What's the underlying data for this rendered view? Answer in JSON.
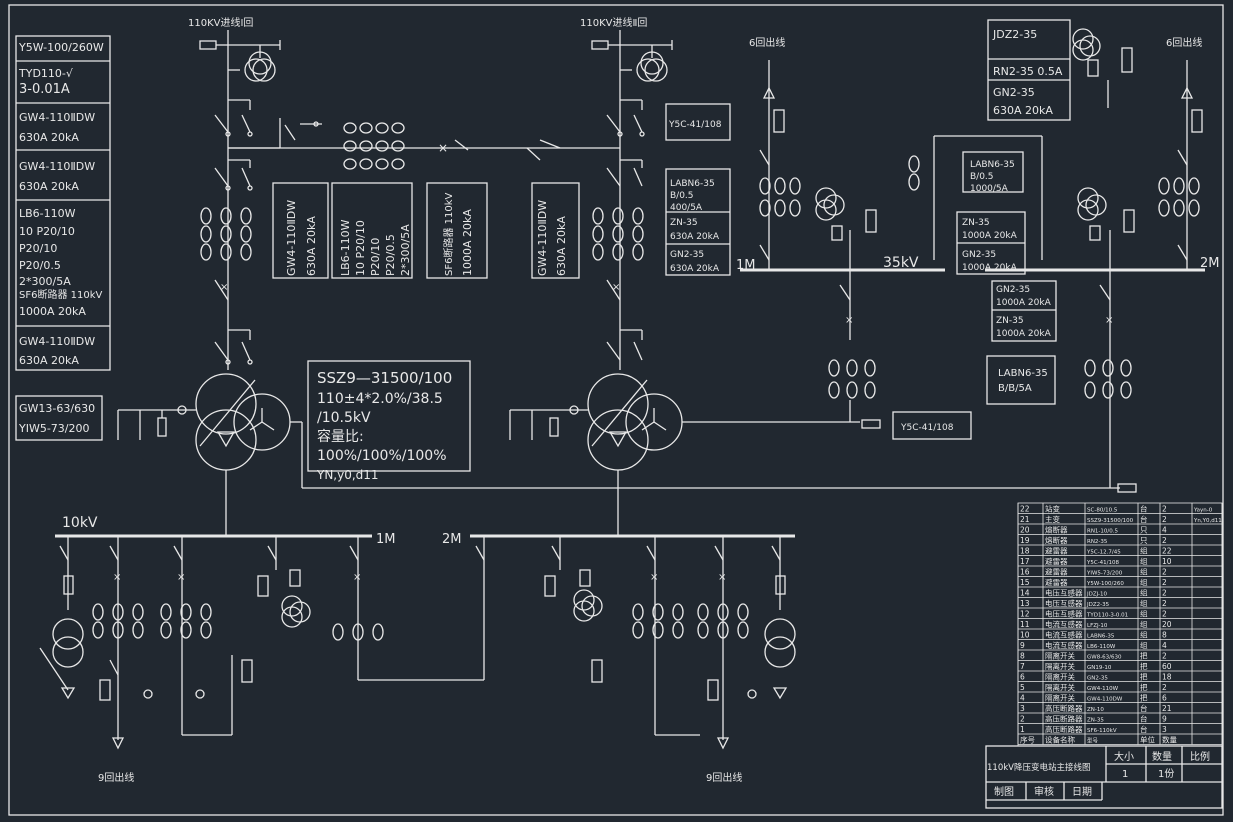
{
  "incoming": {
    "line1": "110KV进线Ⅰ回",
    "line2": "110KV进线Ⅱ回"
  },
  "outgoing": {
    "tl": "6回出线",
    "tr": "6回出线",
    "bl": "9回出线",
    "bm": "9回出线"
  },
  "left_specs": [
    [
      "Y5W-100/260W"
    ],
    [
      "TYD110-√",
      "3-0.01A"
    ],
    [
      "GW4-110ⅡDW",
      "630A 20kA"
    ],
    [
      "GW4-110ⅡDW",
      "630A 20kA"
    ],
    [
      "LB6-110W",
      "10 P20/10",
      "P20/10",
      "P20/0.5",
      "2*300/5A",
      "SF6断路器 110kV",
      "1000A 20kA"
    ],
    [
      "GW4-110ⅡDW",
      "630A 20kA"
    ],
    [
      "GW13-63/630",
      "YIW5-73/200"
    ]
  ],
  "mid_specs": [
    [
      "GW4-110ⅡDW",
      "630A 20kA"
    ],
    [
      "LB6-110W",
      "10 P20/10",
      "P20/10",
      "P20/0.5",
      "2*300/5A"
    ],
    [
      "SF6断路器 110kV",
      "1000A 20kA"
    ],
    [
      "GW4-110ⅡDW",
      "630A 20kA"
    ]
  ],
  "transformer": [
    "SSZ9—31500/100",
    "110±4*2.0%/38.5",
    "/10.5kV",
    "容量比:",
    "100%/100%/100%",
    "YN,y0,d11"
  ],
  "right_specs": {
    "y5c_top": "Y5C-41/108",
    "y5c_bot": "Y5C-41/108",
    "labn_left": [
      "LABN6-35",
      "B/0.5",
      "400/5A",
      "ZN-35",
      "630A 20kA",
      "GN2-35",
      "630A 20kA"
    ],
    "jdz": [
      "JDZ2-35",
      "RN2-35 0.5A",
      "GN2-35",
      "630A 20kA"
    ],
    "labn_mid": [
      "LABN6-35",
      "B/0.5",
      "1000/5A"
    ],
    "zn_gn": [
      "ZN-35",
      "1000A 20kA",
      "GN2-35",
      "1000A 20kA"
    ],
    "gn_zn2": [
      "GN2-35",
      "1000A 20kA",
      "ZN-35",
      "1000A 20kA"
    ],
    "labn_bot": [
      "LABN6-35",
      "B/B/5A"
    ]
  },
  "buses": {
    "kv10": "10kV",
    "m1_10": "1M",
    "m2_10": "2M",
    "m1_35": "1M",
    "kv35": "35kV",
    "m2_35": "2M"
  },
  "bom": {
    "rows": [
      [
        "22",
        "站变",
        "SC-80/10.5",
        "台",
        "2",
        "Yayn-0"
      ],
      [
        "21",
        "主变",
        "SSZ9-31500/100",
        "台",
        "2",
        "Yn,Y0,d11"
      ],
      [
        "20",
        "熔断器",
        "RN1-10/0.5",
        "只",
        "4",
        ""
      ],
      [
        "19",
        "熔断器",
        "RN2-35",
        "只",
        "2",
        ""
      ],
      [
        "18",
        "避雷器",
        "Y5C-12.7/45",
        "组",
        "22",
        ""
      ],
      [
        "17",
        "避雷器",
        "Y5C-41/108",
        "组",
        "10",
        ""
      ],
      [
        "16",
        "避雷器",
        "YIW5-73/200",
        "组",
        "2",
        ""
      ],
      [
        "15",
        "避雷器",
        "Y5W-100/260",
        "组",
        "2",
        ""
      ],
      [
        "14",
        "电压互感器",
        "JDZJ-10",
        "组",
        "2",
        ""
      ],
      [
        "13",
        "电压互感器",
        "JDZ2-35",
        "组",
        "2",
        ""
      ],
      [
        "12",
        "电压互感器",
        "TYD110-3-0.01",
        "组",
        "2",
        ""
      ],
      [
        "11",
        "电流互感器",
        "LFZJ-10",
        "组",
        "20",
        ""
      ],
      [
        "10",
        "电流互感器",
        "LABN6-35",
        "组",
        "8",
        ""
      ],
      [
        "9",
        "电流互感器",
        "LB6-110W",
        "组",
        "4",
        ""
      ],
      [
        "8",
        "隔离开关",
        "GW8-63/630",
        "把",
        "2",
        ""
      ],
      [
        "7",
        "隔离开关",
        "GN19-10",
        "把",
        "60",
        ""
      ],
      [
        "6",
        "隔离开关",
        "GN2-35",
        "把",
        "18",
        ""
      ],
      [
        "5",
        "隔离开关",
        "GW4-110W",
        "把",
        "2",
        ""
      ],
      [
        "4",
        "隔离开关",
        "GW4-110DW",
        "把",
        "6",
        ""
      ],
      [
        "3",
        "高压断路器",
        "ZN-10",
        "台",
        "21",
        ""
      ],
      [
        "2",
        "高压断路器",
        "ZN-35",
        "台",
        "9",
        ""
      ],
      [
        "1",
        "高压断路器",
        "SF6-110kV",
        "台",
        "3",
        ""
      ]
    ],
    "header": [
      "序号",
      "设备名称",
      "型号",
      "单位",
      "数量"
    ]
  },
  "title_block": {
    "title": "110kV降压变电站主接线图",
    "size_label": "大小",
    "size_val": "1",
    "qty_label": "数量",
    "qty_val": "1份",
    "scale_label": "比例",
    "draw": "制图",
    "review": "审核",
    "date": "日期"
  }
}
